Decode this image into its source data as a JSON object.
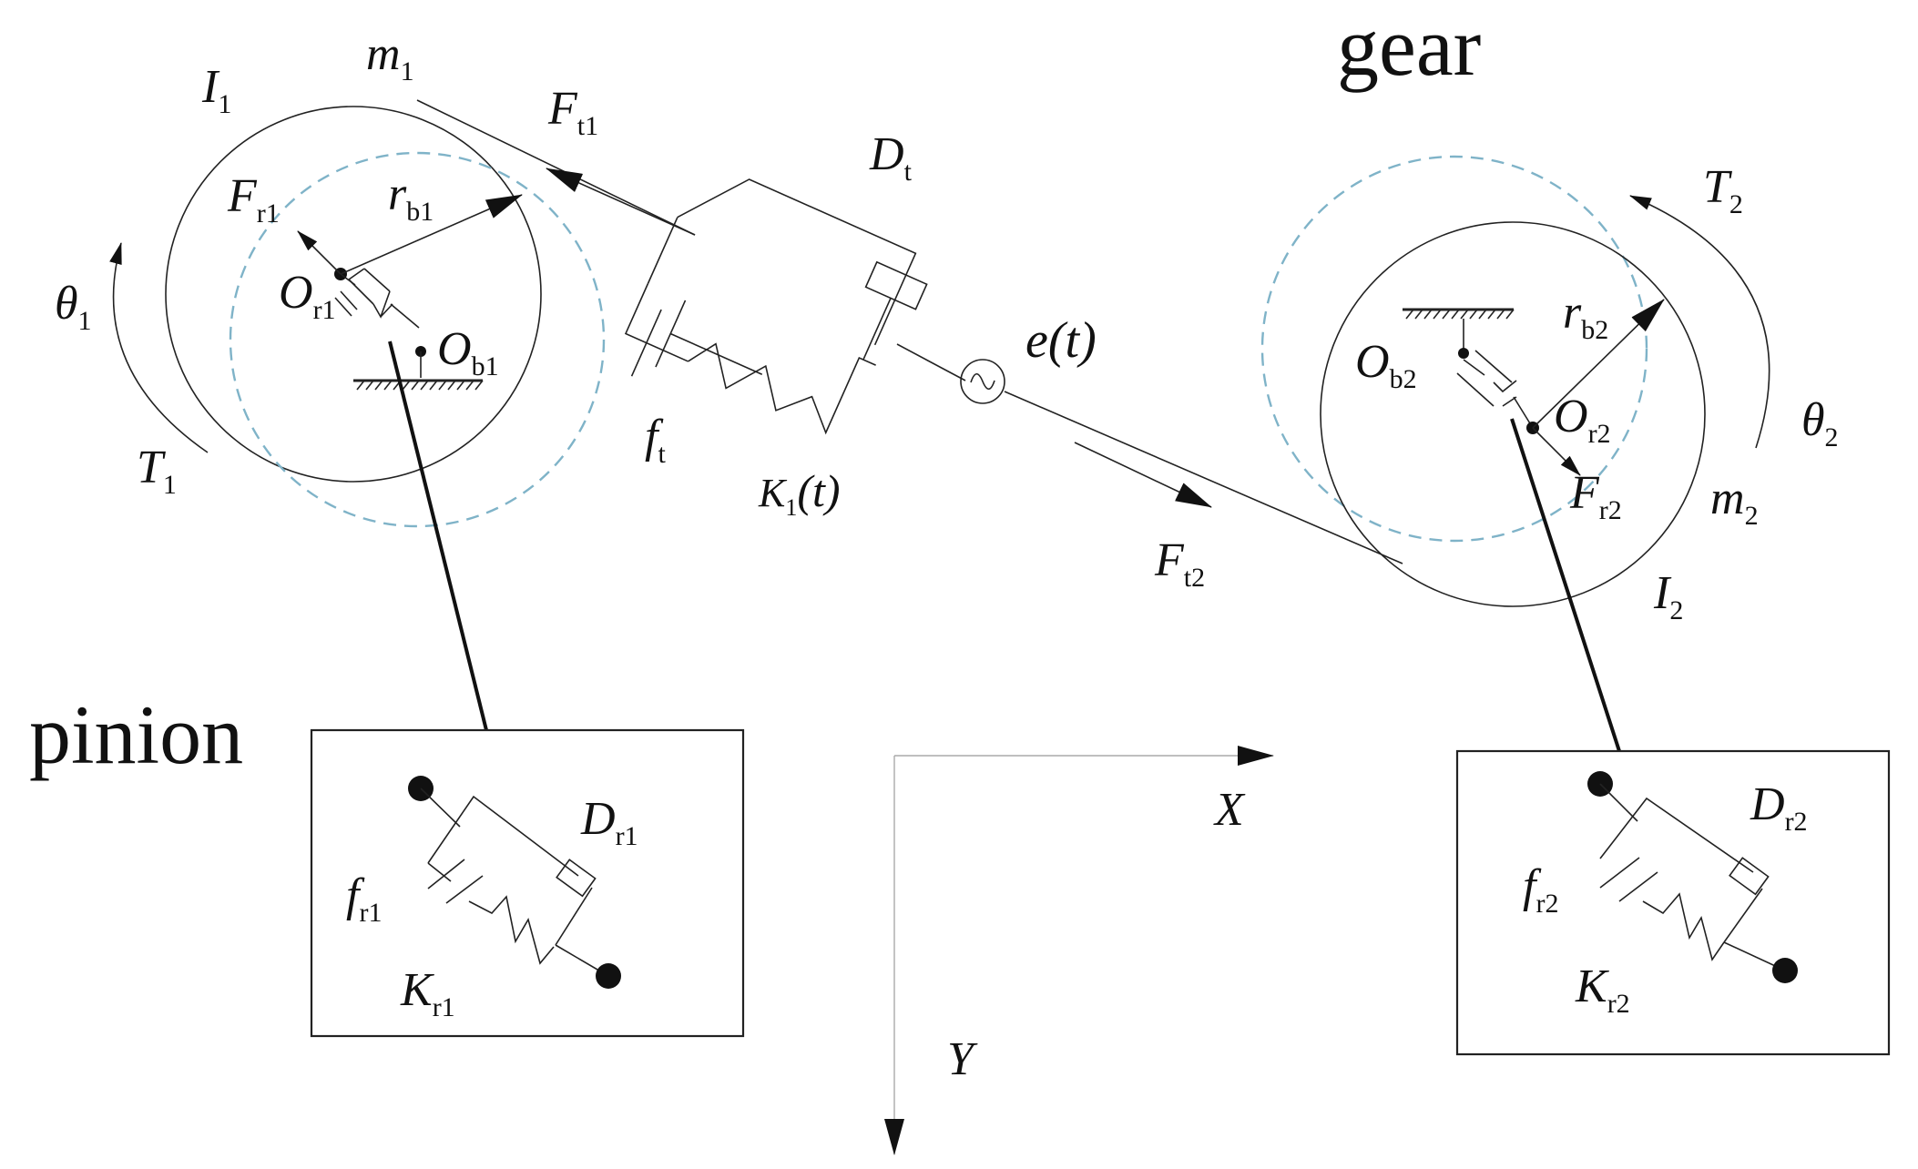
{
  "labels": {
    "gear": "gear",
    "pinion": "pinion",
    "I1_main": "I",
    "I1_sub": "1",
    "m1_main": "m",
    "m1_sub": "1",
    "Ft1_main": "F",
    "Ft1_sub": "t1",
    "Dt_main": "D",
    "Dt_sub": "t",
    "Fr1_main": "F",
    "Fr1_sub": "r1",
    "rb1_main": "r",
    "rb1_sub": "b1",
    "theta1_main": "θ",
    "theta1_sub": "1",
    "Or1_main": "O",
    "Or1_sub": "r1",
    "Ob1_main": "O",
    "Ob1_sub": "b1",
    "T1_main": "T",
    "T1_sub": "1",
    "ft_main": "f",
    "ft_sub": "t",
    "K1t_main": "K",
    "K1t_sub": "1",
    "K1t_arg": "(t)",
    "et": "e(t)",
    "Ft2_main": "F",
    "Ft2_sub": "t2",
    "T2_main": "T",
    "T2_sub": "2",
    "rb2_main": "r",
    "rb2_sub": "b2",
    "Ob2_main": "O",
    "Ob2_sub": "b2",
    "Or2_main": "O",
    "Or2_sub": "r2",
    "theta2_main": "θ",
    "theta2_sub": "2",
    "Fr2_main": "F",
    "Fr2_sub": "r2",
    "m2_main": "m",
    "m2_sub": "2",
    "I2_main": "I",
    "I2_sub": "2",
    "X": "X",
    "Y": "Y",
    "Dr1_main": "D",
    "Dr1_sub": "r1",
    "fr1_main": "f",
    "fr1_sub": "r1",
    "Kr1_main": "K",
    "Kr1_sub": "r1",
    "Dr2_main": "D",
    "Dr2_sub": "r2",
    "fr2_main": "f",
    "fr2_sub": "r2",
    "Kr2_main": "K",
    "Kr2_sub": "r2"
  },
  "colors": {
    "line": "#222222",
    "dashed_circle": "#7fb3c8",
    "background": "#ffffff"
  }
}
